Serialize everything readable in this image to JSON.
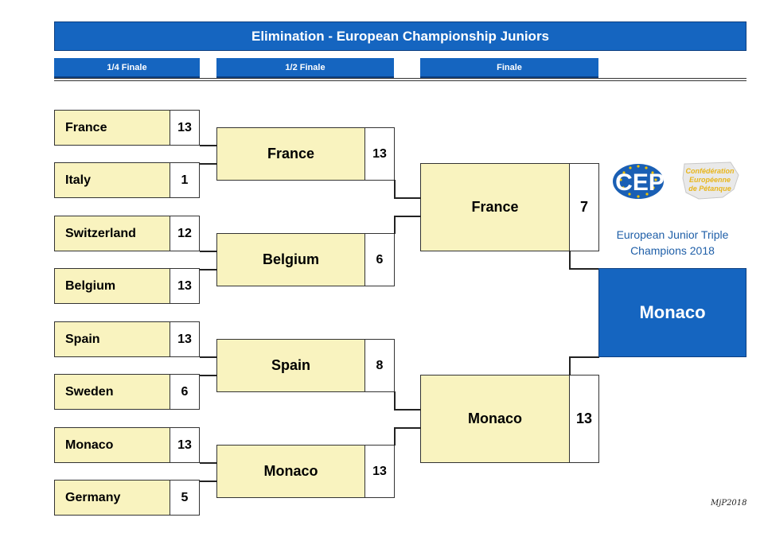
{
  "title": "Elimination - European Championship Juniors",
  "rounds": [
    "1/4 Finale",
    "1/2 Finale",
    "Finale"
  ],
  "quarterfinals": [
    {
      "team": "France",
      "score": "13"
    },
    {
      "team": "Italy",
      "score": "1"
    },
    {
      "team": "Switzerland",
      "score": "12"
    },
    {
      "team": "Belgium",
      "score": "13"
    },
    {
      "team": "Spain",
      "score": "13"
    },
    {
      "team": "Sweden",
      "score": "6"
    },
    {
      "team": "Monaco",
      "score": "13"
    },
    {
      "team": "Germany",
      "score": "5"
    }
  ],
  "semifinals": [
    {
      "team": "France",
      "score": "13"
    },
    {
      "team": "Belgium",
      "score": "6"
    },
    {
      "team": "Spain",
      "score": "8"
    },
    {
      "team": "Monaco",
      "score": "13"
    }
  ],
  "final": [
    {
      "team": "France",
      "score": "7"
    },
    {
      "team": "Monaco",
      "score": "13"
    }
  ],
  "champion": {
    "caption_line1": "European Junior Triple",
    "caption_line2": "Champions 2018",
    "team": "Monaco"
  },
  "logo": {
    "acronym": "CEP",
    "line1": "Confédération",
    "line2": "Européenne",
    "line3": "de Pétanque"
  },
  "signature": "MjP2018",
  "colors": {
    "header_blue": "#1565c0",
    "team_fill": "#f9f3bf",
    "caption_blue": "#1f5fa8",
    "logo_gold": "#e8b51a"
  }
}
